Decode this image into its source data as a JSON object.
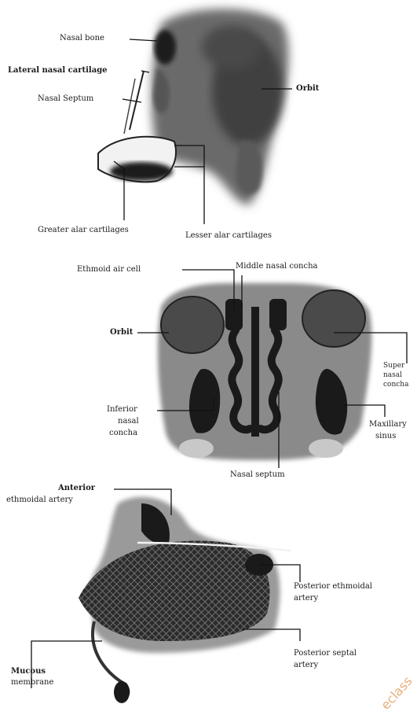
{
  "panel1": {
    "nasal_bone": "Nasal bone",
    "lateral_nasal_cartilage": "Lateral nasal cartilage",
    "nasal_septum": "Nasal Septum",
    "orbit": "Orbit",
    "greater_alar": "Greater alar cartilages",
    "lesser_alar": "Lesser alar cartilages"
  },
  "panel2": {
    "ethmoid_air_cell": "Ethmoid air cell",
    "middle_nasal_concha": "Middle nasal concha",
    "orbit": "Orbit",
    "superior_1": "Super",
    "superior_2": "nasal",
    "superior_3": "concha",
    "inferior_1": "Inferior",
    "inferior_2": "nasal",
    "inferior_3": "concha",
    "maxillary_1": "Maxillary",
    "maxillary_2": "sinus",
    "nasal_septum": "Nasal septum"
  },
  "panel3": {
    "anterior_1": "Anterior",
    "anterior_2": "ethmoidal artery",
    "posterior_ethmoidal_1": "Posterior ethmoidal",
    "posterior_ethmoidal_2": "artery",
    "posterior_septal_1": "Posterior septal",
    "posterior_septal_2": "artery",
    "mucous_1": "Mucous",
    "mucous_2": "membrane"
  },
  "watermark": "eclass"
}
